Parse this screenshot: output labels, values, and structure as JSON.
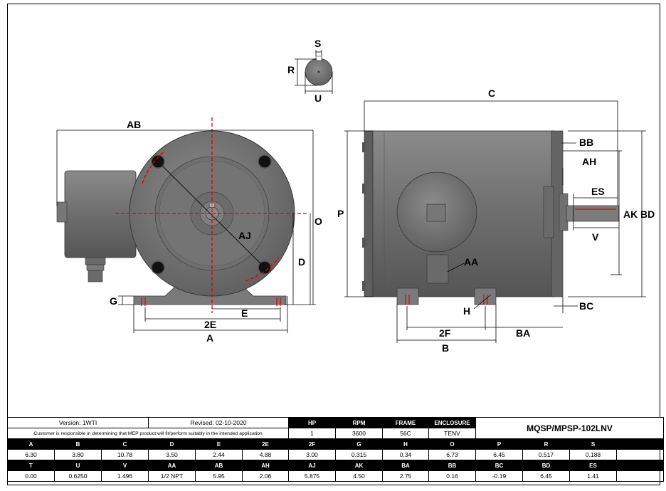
{
  "dimension_labels": {
    "S": "S",
    "R": "R",
    "U": "U",
    "C": "C",
    "AB": "AB",
    "O": "O",
    "AJ": "AJ",
    "D": "D",
    "G": "G",
    "E": "E",
    "2E": "2E",
    "A": "A",
    "P": "P",
    "BB": "BB",
    "AH": "AH",
    "ES": "ES",
    "AK": "AK",
    "BD": "BD",
    "V": "V",
    "AA": "AA",
    "H": "H",
    "BC": "BC",
    "2F": "2F",
    "BA": "BA",
    "B": "B"
  },
  "title_block": {
    "version": "Version: 1WTI",
    "revised": "Revised: 02-10-2020",
    "note": "Customer is responsible in determining that MEP product will fit/perform suitably in the intended application",
    "spec_headers": [
      "HP",
      "RPM",
      "FRAME",
      "ENCLOSURE"
    ],
    "spec_values": [
      "1",
      "3600",
      "56C",
      "TENV"
    ],
    "model": "MQSP/MPSP-102LNV"
  },
  "dimension_table": {
    "row1_headers": [
      "A",
      "B",
      "C",
      "D",
      "E",
      "2E",
      "2F",
      "G",
      "H",
      "O",
      "P",
      "R",
      "S",
      ""
    ],
    "row1_values": [
      "6.30",
      "3.80",
      "10.78",
      "3.50",
      "2.44",
      "4.88",
      "3.00",
      "0.315",
      "0.34",
      "6.73",
      "6.45",
      "0.517",
      "0.188",
      ""
    ],
    "row2_headers": [
      "T",
      "U",
      "V",
      "AA",
      "AB",
      "AH",
      "AJ",
      "AK",
      "BA",
      "BB",
      "BC",
      "BD",
      "ES",
      ""
    ],
    "row2_values": [
      "0.00",
      "0.6250",
      "1.496",
      "1/2 NPT",
      "5.95",
      "2.06",
      "5.875",
      "4.50",
      "2.75",
      "0.16",
      "-0.19",
      "6.45",
      "1.41",
      ""
    ]
  }
}
